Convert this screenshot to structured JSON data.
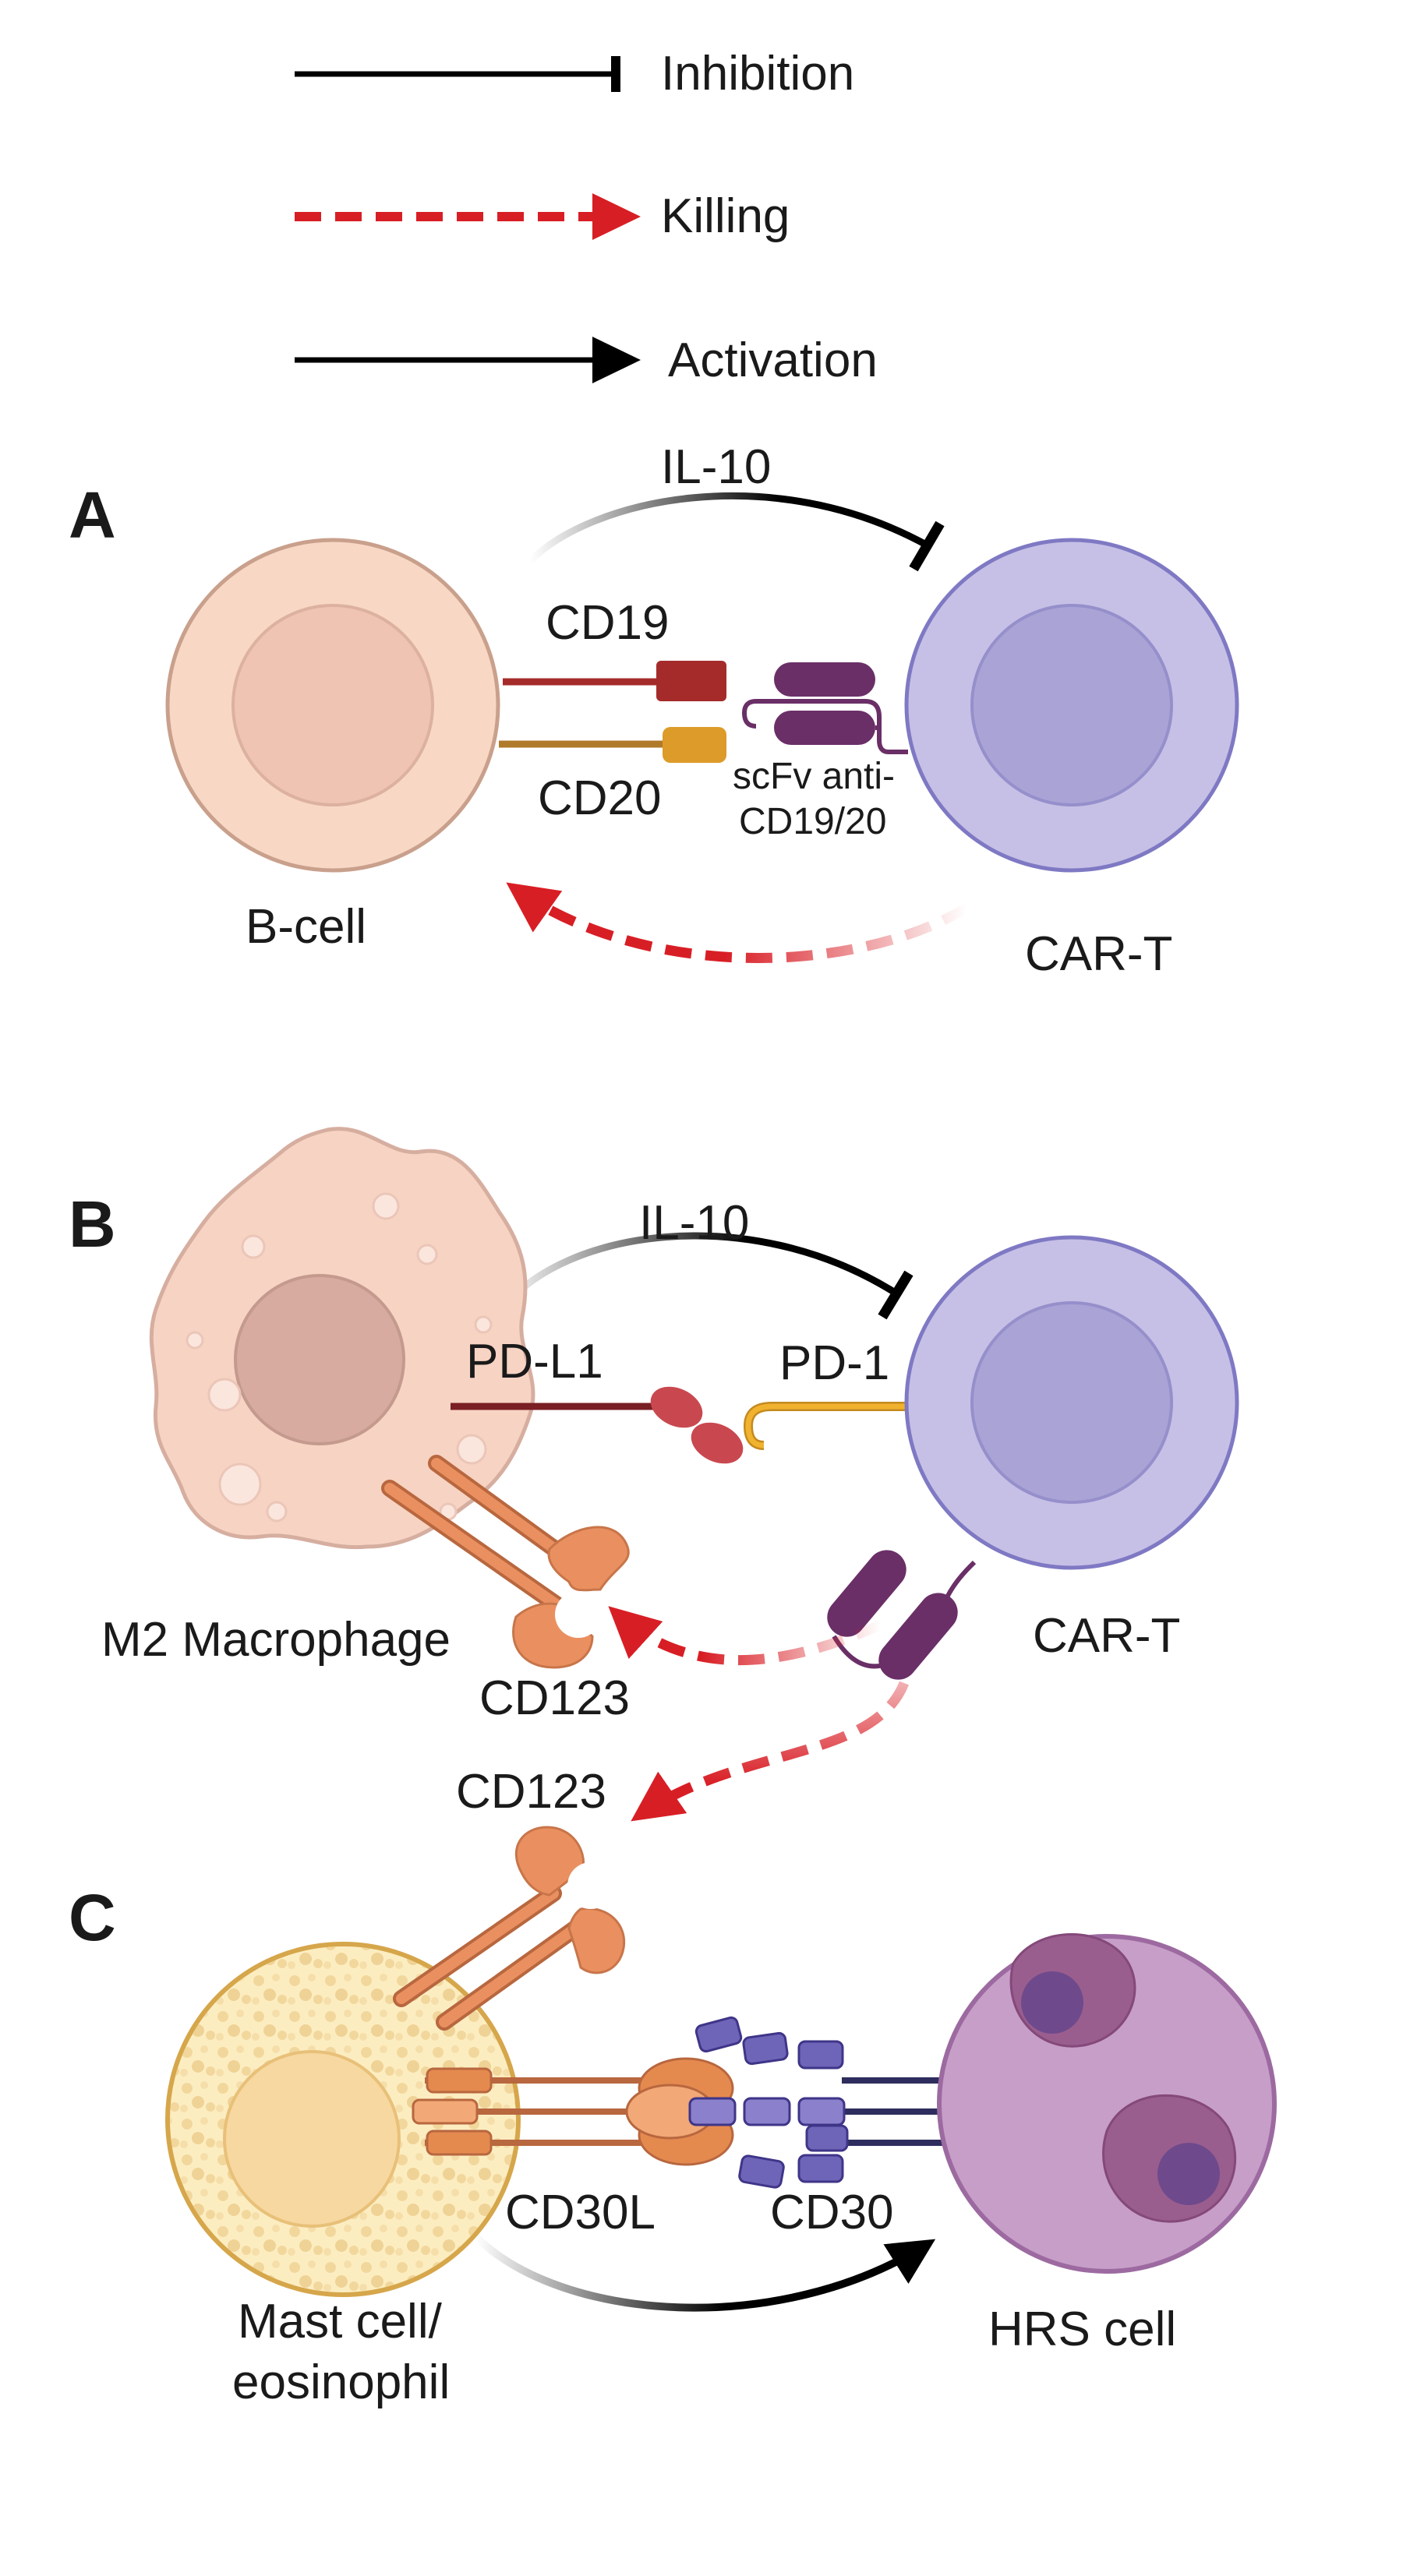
{
  "legend": {
    "inhibition": "Inhibition",
    "killing": "Killing",
    "activation": "Activation"
  },
  "panels": {
    "a": {
      "letter": "A",
      "signal": "IL-10",
      "ligand_1": "CD19",
      "ligand_2": "CD20",
      "car_label_line1": "scFv anti-",
      "car_label_line2": "CD19/20",
      "target_cell": "B-cell",
      "effector_cell": "CAR-T"
    },
    "b": {
      "letter": "B",
      "signal": "IL-10",
      "ligand": "PD-L1",
      "receptor": "PD-1",
      "target_cell": "M2 Macrophage",
      "marker": "CD123",
      "effector_cell": "CAR-T"
    },
    "c": {
      "letter": "C",
      "marker": "CD123",
      "ligand": "CD30L",
      "receptor": "CD30",
      "source_cell_line1": "Mast cell/",
      "source_cell_line2": "eosinophil",
      "target_cell": "HRS cell"
    }
  },
  "colors": {
    "bcell_outer": "#f8d7c5",
    "bcell_nucleus": "#efc4b2",
    "cart_outer": "#c6c0e6",
    "cart_nucleus": "#aaa4d6",
    "macrophage": "#f7d3c3",
    "mast_cell": "#fcedc1",
    "hrs_cell": "#c79ec8",
    "killing_arrow": "#d81e25",
    "car_receptor": "#6a2f67",
    "cd19": "#a52b2b",
    "cd20": "#dd9b2a",
    "pd1": "#f0b22f",
    "cd123": "#ea9060",
    "cd30": "#6e64b8"
  }
}
